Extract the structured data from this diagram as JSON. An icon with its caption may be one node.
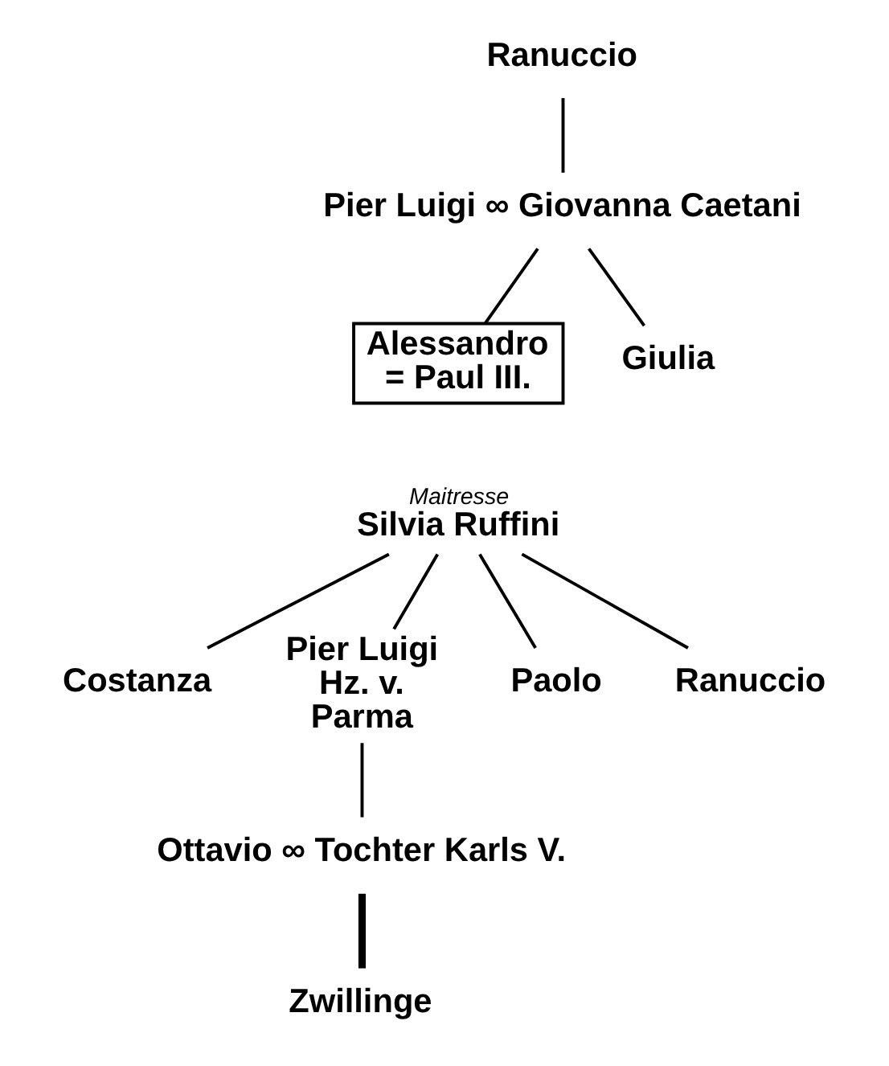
{
  "diagram": {
    "nodes": [
      {
        "text": [
          "Ranuccio"
        ]
      },
      {
        "text": [
          "Pier Luigi ∞ Giovanna Caetani"
        ]
      },
      {
        "text": [
          "Alessandro = Paul III."
        ]
      },
      {
        "text": [
          "Giulia"
        ]
      },
      {
        "text": [
          "Silvia Ruffini"
        ],
        "beside": [
          "Maitresse"
        ]
      },
      {
        "text": [
          "Costanza"
        ]
      },
      {
        "text": [
          "Pier Luigi Hz. v. Parma"
        ]
      },
      {
        "text": [
          "Paolo"
        ]
      },
      {
        "text": [
          "Ranuccio"
        ]
      },
      {
        "text": [
          "Ottavio ∞ Tochter Karls V."
        ]
      },
      {
        "text": [
          "Zwillinge"
        ]
      }
    ],
    "edges": [
      {
        "from": 0,
        "to": 1,
        "arrow": "none"
      },
      {
        "from": 1,
        "to": 2,
        "arrow": "none"
      },
      {
        "from": 1,
        "to": 3,
        "arrow": "none"
      },
      {
        "from": 4,
        "to": 5,
        "arrow": "none"
      },
      {
        "from": 4,
        "to": 6,
        "arrow": "none"
      },
      {
        "from": 4,
        "to": 7,
        "arrow": "none"
      },
      {
        "from": 4,
        "to": 8,
        "arrow": "none"
      },
      {
        "from": 6,
        "to": 9,
        "arrow": "none"
      },
      {
        "from": 9,
        "to": 10,
        "arrow": "none",
        "style": "thick"
      }
    ]
  }
}
